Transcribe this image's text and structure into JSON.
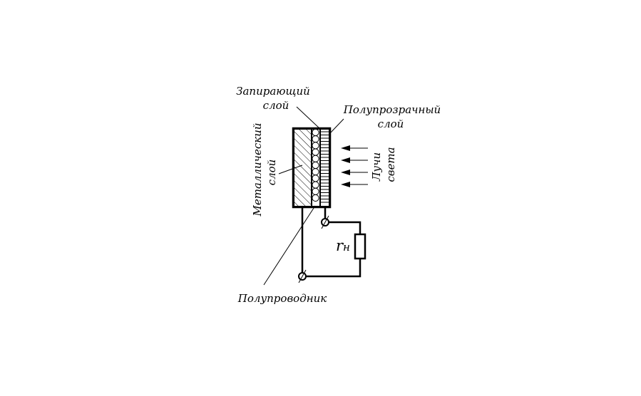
{
  "labels": {
    "blocking_layer_line1": "Запирающий",
    "blocking_layer_line2": "слой",
    "semitransparent_line1": "Полупрозрачный",
    "semitransparent_line2": "слой",
    "metal_line1": "Металлический",
    "metal_line2": "слой",
    "light_line1": "Лучи",
    "light_line2": "света",
    "semiconductor": "Полупроводник",
    "load_symbol": "r",
    "load_subscript": "н"
  },
  "light_rays": {
    "count": 4
  },
  "colors": {
    "ink": "#000000",
    "background": "#ffffff"
  }
}
